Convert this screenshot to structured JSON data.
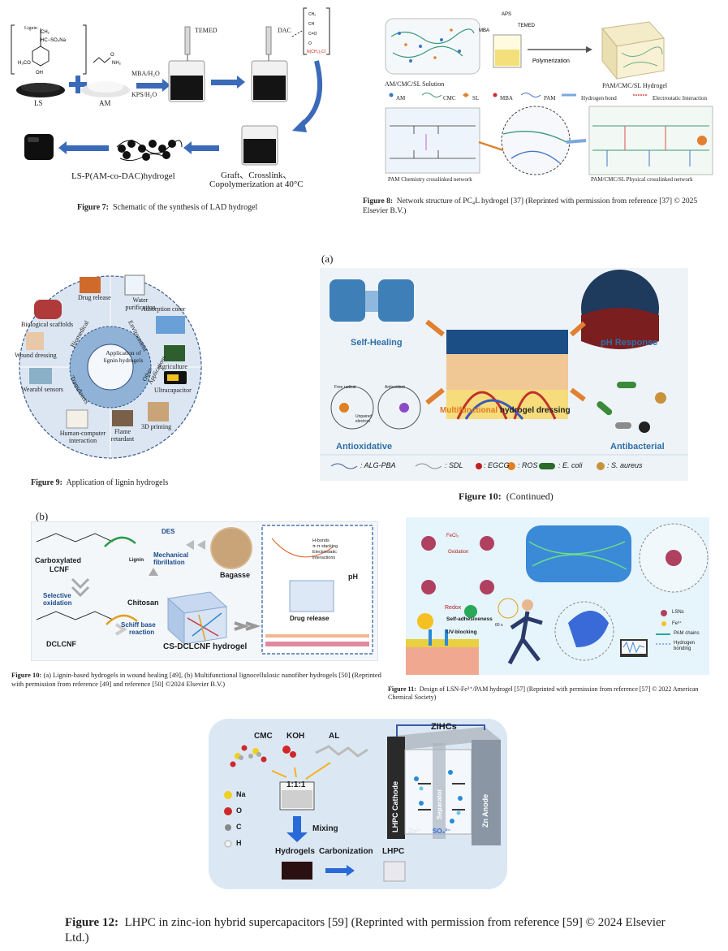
{
  "fig7": {
    "caption_label": "Figure 7:",
    "caption_text": "Schematic of the synthesis of LAD hydrogel",
    "ls_label": "LS",
    "am_label": "AM",
    "mba_label": "MBA/H₂O",
    "kps_label": "KPS/H₂O",
    "temed_label": "TEMED",
    "dac_label": "DAC",
    "lignin_label": "Lignin",
    "product_label": "LS-P(AM-co-DAC)hydrogel",
    "graft_label": "Graft、Crosslink、",
    "copoly_label": "Copolymerization at 40°C"
  },
  "fig8": {
    "caption_label": "Figure 8:",
    "caption_text": "Network structure of PC₄L hydrogel [37] (Reprinted with permission from reference [37] © 2025 Elsevier B.V.)",
    "solution_label": "AM/CMC/SL Solution",
    "hydrogel_label": "PAM/CMC/SL Hydrogel",
    "polymerization": "Polymerization",
    "mba": "MBA",
    "aps": "APS",
    "temed": "TEMED",
    "legend": [
      "AM",
      "CMC",
      "SL",
      "MBA",
      "PAM",
      "Hydrogen bond",
      "Electrostatic Interaction"
    ],
    "chem_label": "PAM Chemistry crosslinked network",
    "phys_label": "PAM/CMC/SL Physical crosslinked network"
  },
  "fig9": {
    "caption_label": "Figure 9:",
    "caption_text": "Application of lignin hydrogels",
    "center": "Application of lignin hydrogels",
    "sectors": [
      "Biomedical",
      "Environment",
      "Other Applications",
      "Transducers"
    ],
    "items": [
      "Drug release",
      "Water purification",
      "Biological scaffolds",
      "Adsorption color",
      "Wound dressing",
      "Agriculture",
      "Ultracapacitor",
      "Wearabl sensors",
      "3D printing",
      "Human-computer interaction",
      "Flame retardant"
    ]
  },
  "fig10a": {
    "panel_label": "(a)",
    "caption_label": "Figure 10:",
    "caption_text": "(Continued)",
    "self_healing": "Self-Healing",
    "ph_response": "pH Response",
    "antioxidative": "Antioxidative",
    "antibacterial": "Antibacterial",
    "center_bold": "Multifunctional",
    "center_rest": "hydrogel dressing",
    "free_radical": "Free radical",
    "antioxidant": "Antioxidant",
    "unpaired": "Unpaired electron",
    "legend": [
      ": ALG-PBA",
      ": SDL",
      ": EGCG",
      ": ROS",
      ": E. coli",
      ": S. aureus"
    ]
  },
  "fig10b": {
    "panel_label": "(b)",
    "carboxylated": "Carboxylated",
    "lcnf": "LCNF",
    "des": "DES",
    "mechanical": "Mechanical",
    "fibrillation": "fibrillation",
    "bagasse": "Bagasse",
    "selective": "Selective",
    "oxidation": "oxidation",
    "chitosan": "Chitosan",
    "schiff1": "Schiff base",
    "schiff2": "reaction",
    "dclcnf": "DCLCNF",
    "cs_hydrogel": "CS-DCLCNF hydrogel",
    "drug_release": "Drug release",
    "ph": "pH",
    "lignin": "Lignin",
    "interactions": [
      "H-bonds",
      "π-π stacking",
      "Electrostatic",
      "interactions"
    ],
    "caption_label": "Figure 10:",
    "caption_text": "(a) Lignin-based hydrogels in wound healing [49], (b) Multifunctional lignocellulosic nanofiber hydrogels [50] (Reprinted with permission from reference [49] and reference [50] ©2024 Elsevier B.V.)"
  },
  "fig11": {
    "caption_label": "Figure 11:",
    "caption_text": "Design of LSN-Fe³⁺/PAM hydrogel [57] (Reprinted with permission from reference [57] © 2022 American Chemical Society)",
    "fecl3": "FeCl₃",
    "oxidation": "Oxidation",
    "redox": "Redox",
    "self_adhesiveness": "Self-adhesiveness",
    "uv_blocking": "UV-blocking",
    "legend": [
      "LSNs",
      "Fe³⁺",
      "PAM chains",
      "Hydrogen bonding"
    ],
    "time": "60 s"
  },
  "fig12": {
    "caption_label": "Figure 12:",
    "caption_text": "LHPC in zinc-ion hybrid supercapacitors [59] (Reprinted with permission from reference [59] © 2024 Elsevier Ltd.)",
    "cmc": "CMC",
    "koh": "KOH",
    "al": "AL",
    "ratio": "1:1:1",
    "mixing": "Mixing",
    "hydrogels": "Hydrogels",
    "carbonization": "Carbonization",
    "lhpc": "LHPC",
    "zihcs": "ZIHCs",
    "cathode": "LHPC Cathode",
    "separator": "Separator",
    "anode": "Zn Anode",
    "elements": [
      "Na",
      "O",
      "C",
      "H"
    ],
    "zn": "Zn²⁺",
    "so4": "SO₄²⁻"
  }
}
